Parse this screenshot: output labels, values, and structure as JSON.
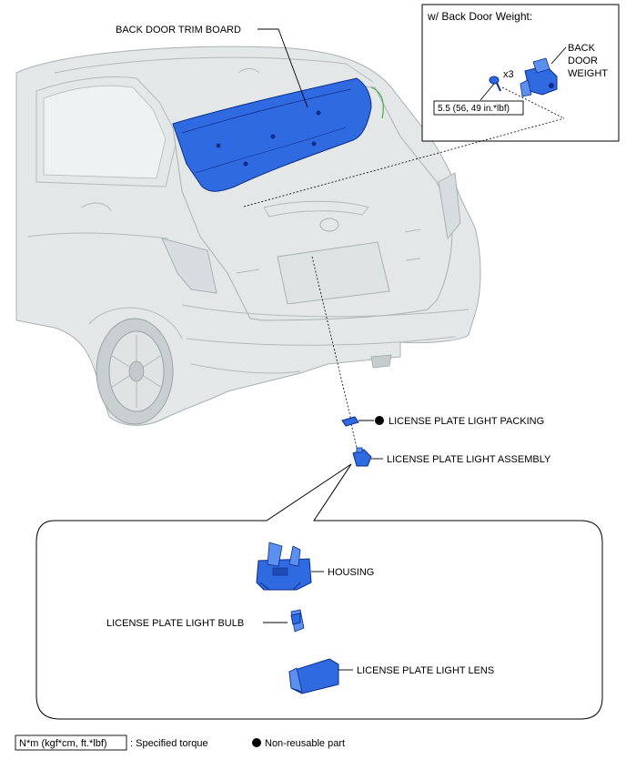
{
  "labels": {
    "trim_board": "BACK DOOR TRIM BOARD",
    "inset_title": "w/ Back Door Weight:",
    "weight_line1": "BACK",
    "weight_line2": "DOOR",
    "weight_line3": "WEIGHT",
    "qty": "x3",
    "torque_value": "5.5 (56, 49 in.*lbf)",
    "packing": "LICENSE PLATE LIGHT PACKING",
    "assembly": "LICENSE PLATE LIGHT ASSEMBLY",
    "housing": "HOUSING",
    "bulb": "LICENSE PLATE LIGHT BULB",
    "lens": "LICENSE PLATE LIGHT LENS"
  },
  "legend": {
    "torque_unit": "N*m (kgf*cm, ft.*lbf)",
    "torque_desc": ": Specified torque",
    "nonreusable": "Non-reusable part"
  },
  "colors": {
    "part_blue": "#2f6ae0",
    "car_body": "#e3e7e8"
  }
}
